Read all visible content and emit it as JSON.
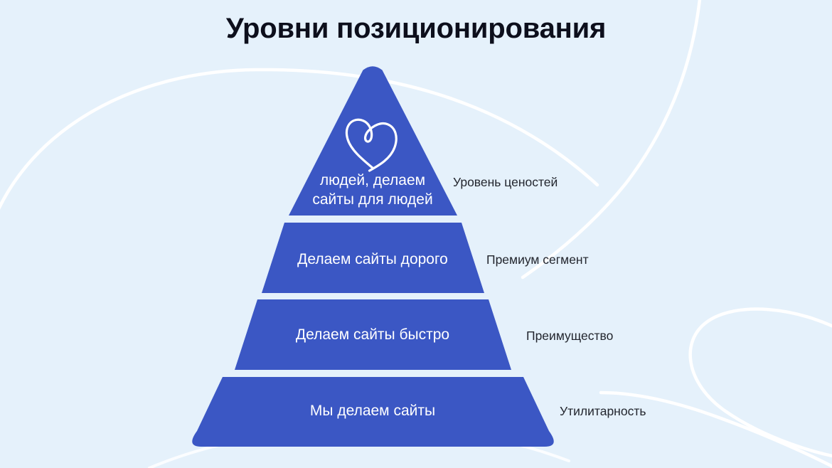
{
  "slide": {
    "title": "Уровни позиционирования",
    "background_color": "#e5f1fb",
    "accent_color": "#3b57c4",
    "text_on_accent_color": "#ffffff",
    "label_color": "#23262e",
    "decor_color": "#ffffff"
  },
  "pyramid": {
    "icon": "heart-icon",
    "levels": [
      {
        "index": 1,
        "text": "людей, делаем\nсайты для людей",
        "side_label": "Уровень ценостей",
        "has_icon": true
      },
      {
        "index": 2,
        "text": "Делаем сайты дорого",
        "side_label": "Премиум сегмент",
        "has_icon": false
      },
      {
        "index": 3,
        "text": "Делаем сайты быстро",
        "side_label": "Преимущество",
        "has_icon": false
      },
      {
        "index": 4,
        "text": "Мы делаем сайты",
        "side_label": "Утилитарность",
        "has_icon": false
      }
    ]
  }
}
